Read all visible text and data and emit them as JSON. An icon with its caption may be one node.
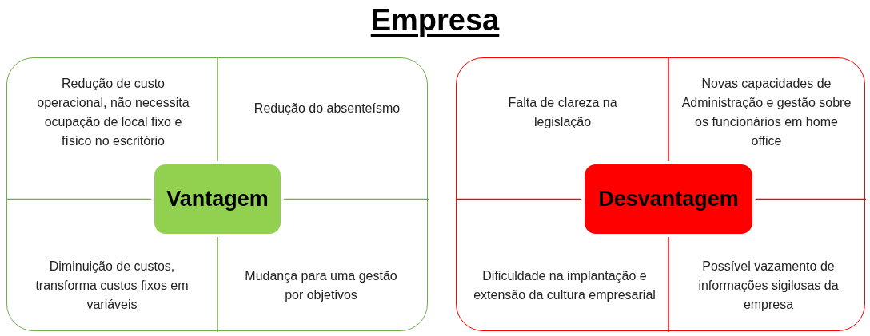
{
  "diagram": {
    "title": "Empresa",
    "nodes": [
      {
        "text": [],
        "shape": "box"
      },
      {
        "text": [
          "Vantagem"
        ],
        "in": 0
      },
      {
        "text": [
          "Redução de custo operacional, não necessita ocupação de local fixo e físico no escritório"
        ],
        "in": 0
      },
      {
        "text": [
          "Redução do absenteísmo"
        ],
        "in": 0
      },
      {
        "text": [
          "Diminuição de custos, transforma custos fixos em variáveis"
        ],
        "in": 0
      },
      {
        "text": [
          "Mudança para uma gestão por objetivos"
        ],
        "in": 0
      },
      {
        "text": [],
        "shape": "box"
      },
      {
        "text": [
          "Desvantagem"
        ],
        "in": 6
      },
      {
        "text": [
          "Falta de clareza na legislação"
        ],
        "in": 6
      },
      {
        "text": [
          "Novas capacidades de Administração e gestão sobre os funcionários em home office"
        ],
        "in": 6
      },
      {
        "text": [
          "Dificuldade na implantação e extensão da cultura empresarial"
        ],
        "in": 6
      },
      {
        "text": [
          "Possível vazamento de informações sigilosas da empresa"
        ],
        "in": 6
      }
    ],
    "edges": []
  }
}
